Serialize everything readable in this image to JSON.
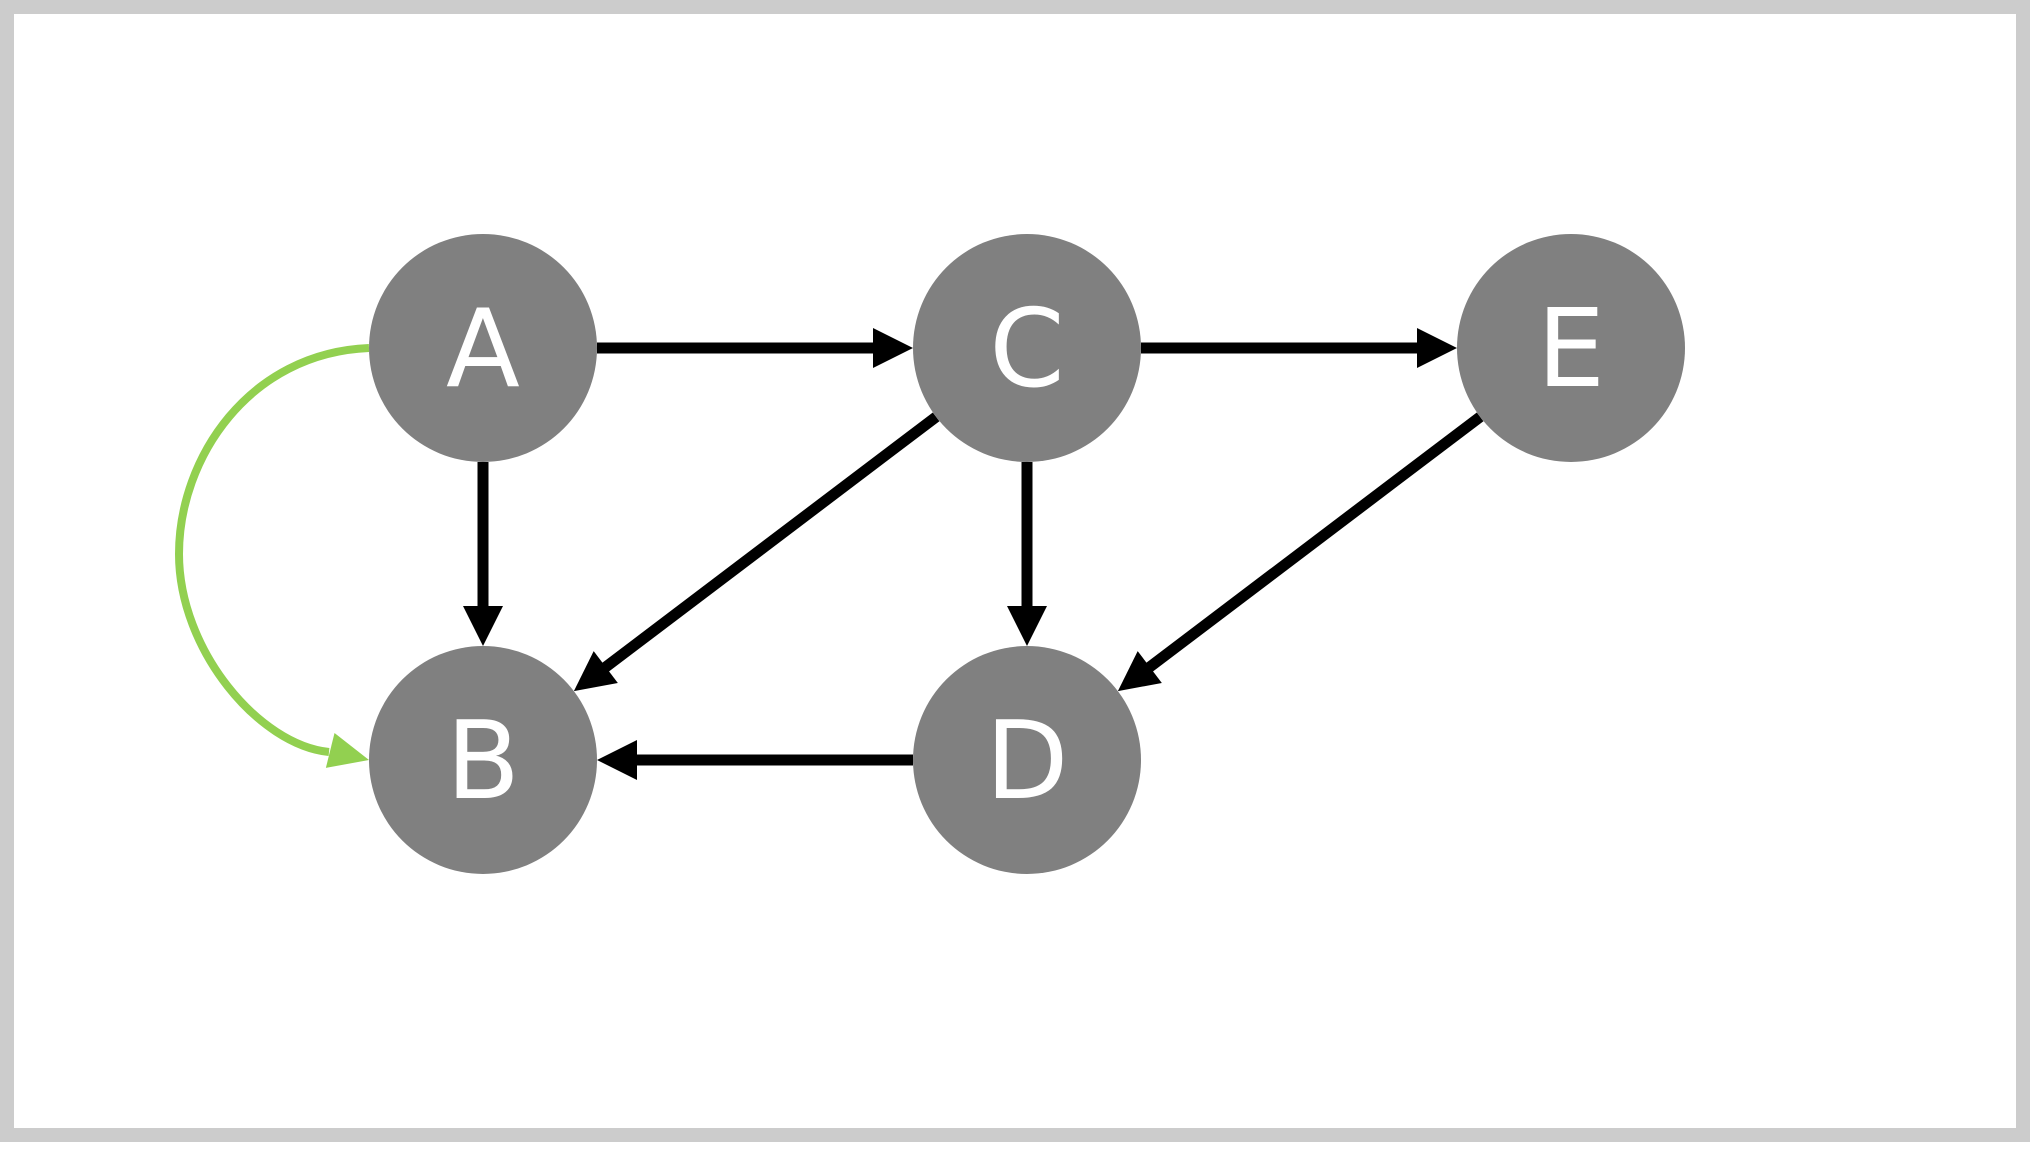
{
  "colors": {
    "node_fill": "#808080",
    "node_label": "#ffffff",
    "edge": "#000000",
    "highlight_edge": "#92d050",
    "frame": "#cccccc",
    "background": "#ffffff"
  },
  "nodes": [
    {
      "id": "A",
      "label": "A"
    },
    {
      "id": "B",
      "label": "B"
    },
    {
      "id": "C",
      "label": "C"
    },
    {
      "id": "D",
      "label": "D"
    },
    {
      "id": "E",
      "label": "E"
    }
  ],
  "edges": [
    {
      "from": "A",
      "to": "C",
      "style": "normal"
    },
    {
      "from": "C",
      "to": "E",
      "style": "normal"
    },
    {
      "from": "A",
      "to": "B",
      "style": "normal"
    },
    {
      "from": "C",
      "to": "D",
      "style": "normal"
    },
    {
      "from": "C",
      "to": "B",
      "style": "normal"
    },
    {
      "from": "E",
      "to": "D",
      "style": "normal"
    },
    {
      "from": "D",
      "to": "B",
      "style": "normal"
    },
    {
      "from": "A",
      "to": "B",
      "style": "highlight"
    }
  ]
}
